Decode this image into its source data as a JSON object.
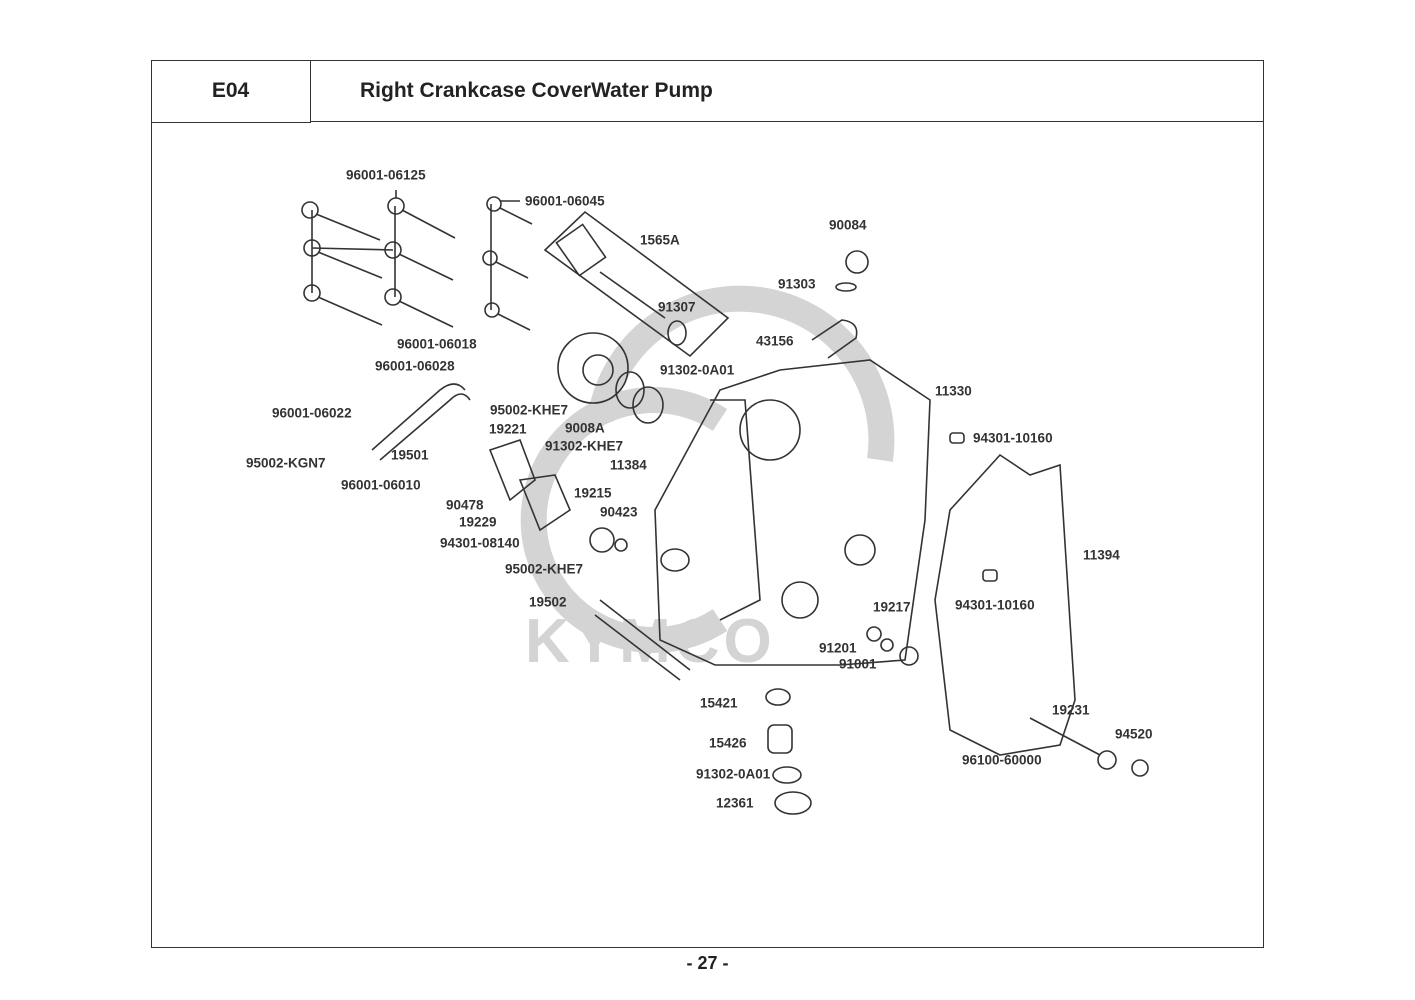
{
  "header": {
    "code": "E04",
    "title": "Right Crankcase CoverWater Pump"
  },
  "watermark": "KYMCO",
  "callouts": [
    "96001-06125",
    "96001-06045",
    "1565A",
    "90084",
    "91303",
    "91307",
    "43156",
    "96001-06018",
    "96001-06028",
    "91302-0A01",
    "11330",
    "96001-06022",
    "95002-KHE7",
    "9008A",
    "19221",
    "94301-10160",
    "91302-KHE7",
    "95002-KGN7",
    "19501",
    "11384",
    "96001-06010",
    "90478",
    "19215",
    "90423",
    "19229",
    "94301-08140",
    "11394",
    "95002-KHE7",
    "19502",
    "94301-10160",
    "19217",
    "91201",
    "91001",
    "15421",
    "19231",
    "94520",
    "15426",
    "96100-60000",
    "91302-0A01",
    "12361"
  ],
  "footer": {
    "page": "- 27 -"
  },
  "colors": {
    "line": "#333333",
    "watermark": "#d0d0d0"
  }
}
